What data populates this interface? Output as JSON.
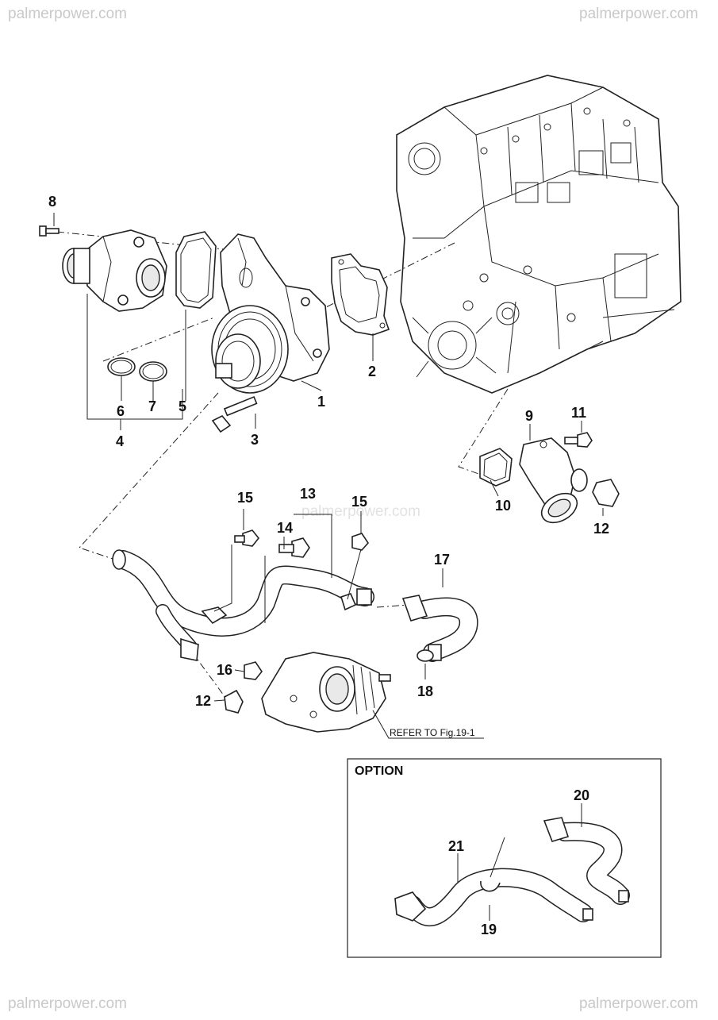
{
  "watermark": {
    "top_left": "palmerpower.com",
    "top_right": "palmerpower.com",
    "center": "palmerpower.com",
    "bottom_left": "palmerpower.com",
    "bottom_right": "palmerpower.com"
  },
  "callouts": {
    "c1": "1",
    "c2": "2",
    "c3": "3",
    "c4": "4",
    "c5": "5",
    "c6": "6",
    "c7": "7",
    "c8": "8",
    "c9": "9",
    "c10": "10",
    "c11": "11",
    "c12a": "12",
    "c12b": "12",
    "c13": "13",
    "c14": "14",
    "c15a": "15",
    "c15b": "15",
    "c16": "16",
    "c17": "17",
    "c18": "18",
    "c19": "19",
    "c20": "20",
    "c21": "21"
  },
  "reference": "REFER TO Fig.19-1",
  "option_box": {
    "title": "OPTION"
  }
}
